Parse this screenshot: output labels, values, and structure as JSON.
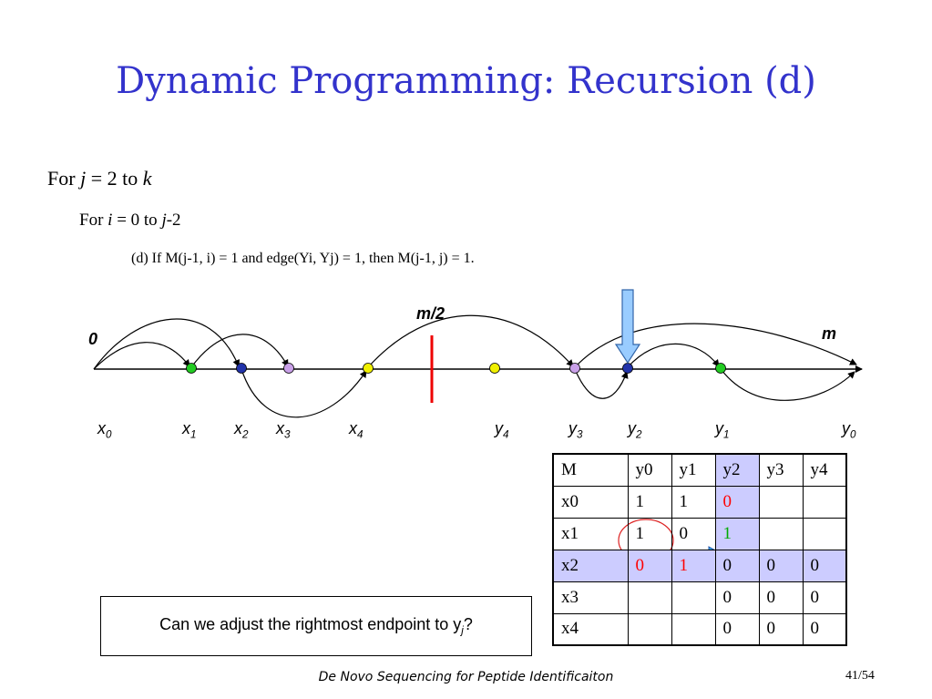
{
  "title": "Dynamic Programming: Recursion (d)",
  "loop_outer": {
    "pre": "For ",
    "var": "j",
    "mid": " = 2 to ",
    "end": "k"
  },
  "loop_inner": {
    "pre": "For ",
    "var": "i",
    "mid": " = 0 to ",
    "end": "j",
    "tail": "-2"
  },
  "rule": "(d) If M(j-1, i) = 1 and edge(Yi, Yj) = 1, then M(j-1, j) = 1.",
  "diagram": {
    "label_zero": "0",
    "label_m": "m",
    "label_m2": "m/2",
    "points": [
      {
        "label": "x",
        "sub": "0"
      },
      {
        "label": "x",
        "sub": "1"
      },
      {
        "label": "x",
        "sub": "2"
      },
      {
        "label": "x",
        "sub": "3"
      },
      {
        "label": "x",
        "sub": "4"
      },
      {
        "label": "y",
        "sub": "4"
      },
      {
        "label": "y",
        "sub": "3"
      },
      {
        "label": "y",
        "sub": "2"
      },
      {
        "label": "y",
        "sub": "1"
      },
      {
        "label": "y",
        "sub": "0"
      }
    ],
    "colors": {
      "green": "#22cc22",
      "navy": "#2233aa",
      "lavender": "#c9a0e8",
      "yellow": "#f0f000",
      "red_marker": "#ee0000",
      "arrow_fill": "#99ccff"
    }
  },
  "matrix": {
    "header": [
      "M",
      "y0",
      "y1",
      "y2",
      "y3",
      "y4"
    ],
    "rows": [
      [
        "x0",
        "1",
        "1",
        "0",
        "",
        ""
      ],
      [
        "x1",
        "1",
        "0",
        "1",
        "",
        ""
      ],
      [
        "x2",
        "0",
        "1",
        "0",
        "0",
        "0"
      ],
      [
        "x3",
        "",
        "",
        "0",
        "0",
        "0"
      ],
      [
        "x4",
        "",
        "",
        "0",
        "0",
        "0"
      ]
    ]
  },
  "question": {
    "text": "Can we adjust the rightmost endpoint to y",
    "sub": "j",
    "end": "?"
  },
  "footer": "De Novo Sequencing for Peptide Identificaiton",
  "page_number": "41/54"
}
